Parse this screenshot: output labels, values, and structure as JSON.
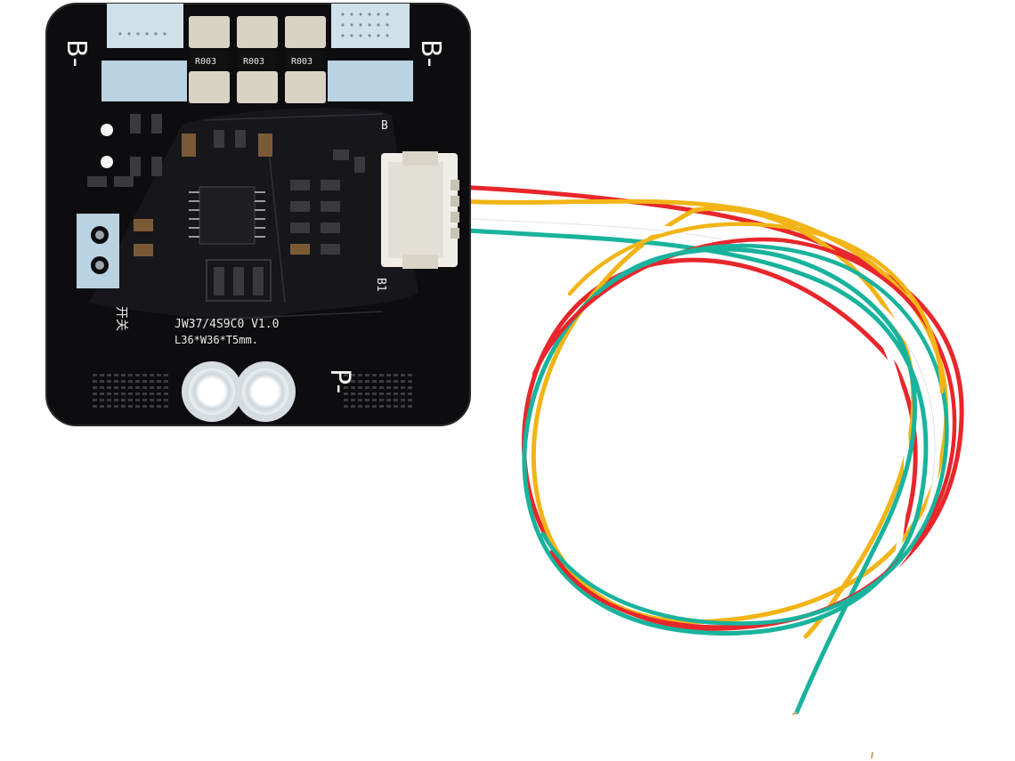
{
  "board": {
    "label_b_minus_left": "B-",
    "label_b_minus_right": "B-",
    "label_p_minus": "P-",
    "label_b_left_vertical": "B",
    "label_b1": "B1",
    "label_switch": "开关",
    "label_model": "JW37/4S9C0 V1.0",
    "label_dims": "L36*W36*T5mm.",
    "resistor_codes": [
      "R003",
      "R003",
      "R003"
    ]
  },
  "wires": {
    "colors": [
      "#e8262b",
      "#f2b416",
      "#ffffff",
      "#19b39d"
    ],
    "count": 4
  },
  "colors": {
    "pcb": "#0d0d0f",
    "pad": "#b9d3e3",
    "background": "#ffffff"
  }
}
